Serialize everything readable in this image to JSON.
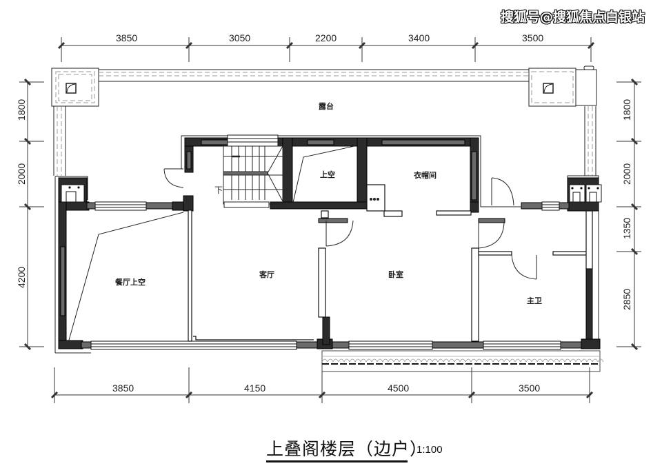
{
  "watermark": "搜狐号@搜狐焦点白银站",
  "title": "上叠阁楼层（边户）",
  "scale": "1:100",
  "dimensions": {
    "top": [
      "3850",
      "3050",
      "2200",
      "3400",
      "3500"
    ],
    "bottom": [
      "3850",
      "4150",
      "4500",
      "3500"
    ],
    "left": [
      "1800",
      "2000",
      "4200"
    ],
    "right": [
      "1800",
      "2000",
      "1350",
      "2850"
    ]
  },
  "rooms": {
    "terrace": "露台",
    "stair_down": "下",
    "void_upper": "上空",
    "cloakroom": "衣帽间",
    "dining_void": "餐厅上空",
    "living": "客厅",
    "bedroom": "卧室",
    "master_bath": "主卫"
  },
  "colors": {
    "wall_dark": "#2b2b2b",
    "wall_mid": "#6a6a6a",
    "line": "#111111",
    "dashed": "#9a9a9a"
  }
}
